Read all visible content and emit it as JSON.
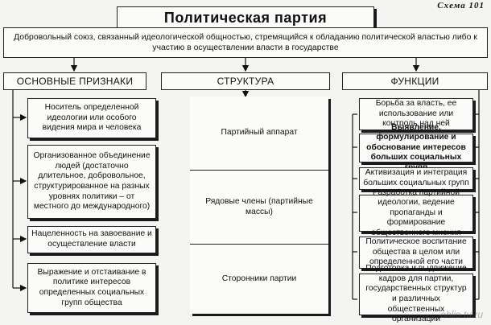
{
  "scheme_label": "Схема 101",
  "title": "Политическая партия",
  "definition": "Добровольный союз, связанный идеологической общностью, стремящийся к обладанию политической властью либо к участию в осуществлении власти в государстве",
  "columns": {
    "features": {
      "header": "ОСНОВНЫЕ ПРИЗНАКИ",
      "items": [
        "Носитель определенной идеологии или особого видения мира и человека",
        "Организованное объединение людей (достаточно длительное, добровольное, структурированное на разных уровнях политики – от местного до международного)",
        "Нацеленность на завоевание и осуществление власти",
        "Выражение и отстаивание в политике интересов определенных социальных групп общества"
      ]
    },
    "structure": {
      "header": "СТРУКТУРА",
      "items": [
        "Партийный аппарат",
        "Рядовые члены (партийные массы)",
        "Сторонники партии"
      ]
    },
    "functions": {
      "header": "ФУНКЦИИ",
      "items": [
        "Борьба за власть, ее использование или контроль над ней",
        "Выявление, формулирование и обоснование интересов больших социальных групп",
        "Активизация и интеграция больших социальных групп",
        "Разработка партийной идеологии, ведение пропаганды и формирование общественного мнения",
        "Политическое воспитание общества в целом или определенной его части",
        "Подготовка и выдвижение кадров для партии, государственных структур и различных общественных организаций"
      ]
    }
  },
  "watermark": "ohlio.tu.ru"
}
